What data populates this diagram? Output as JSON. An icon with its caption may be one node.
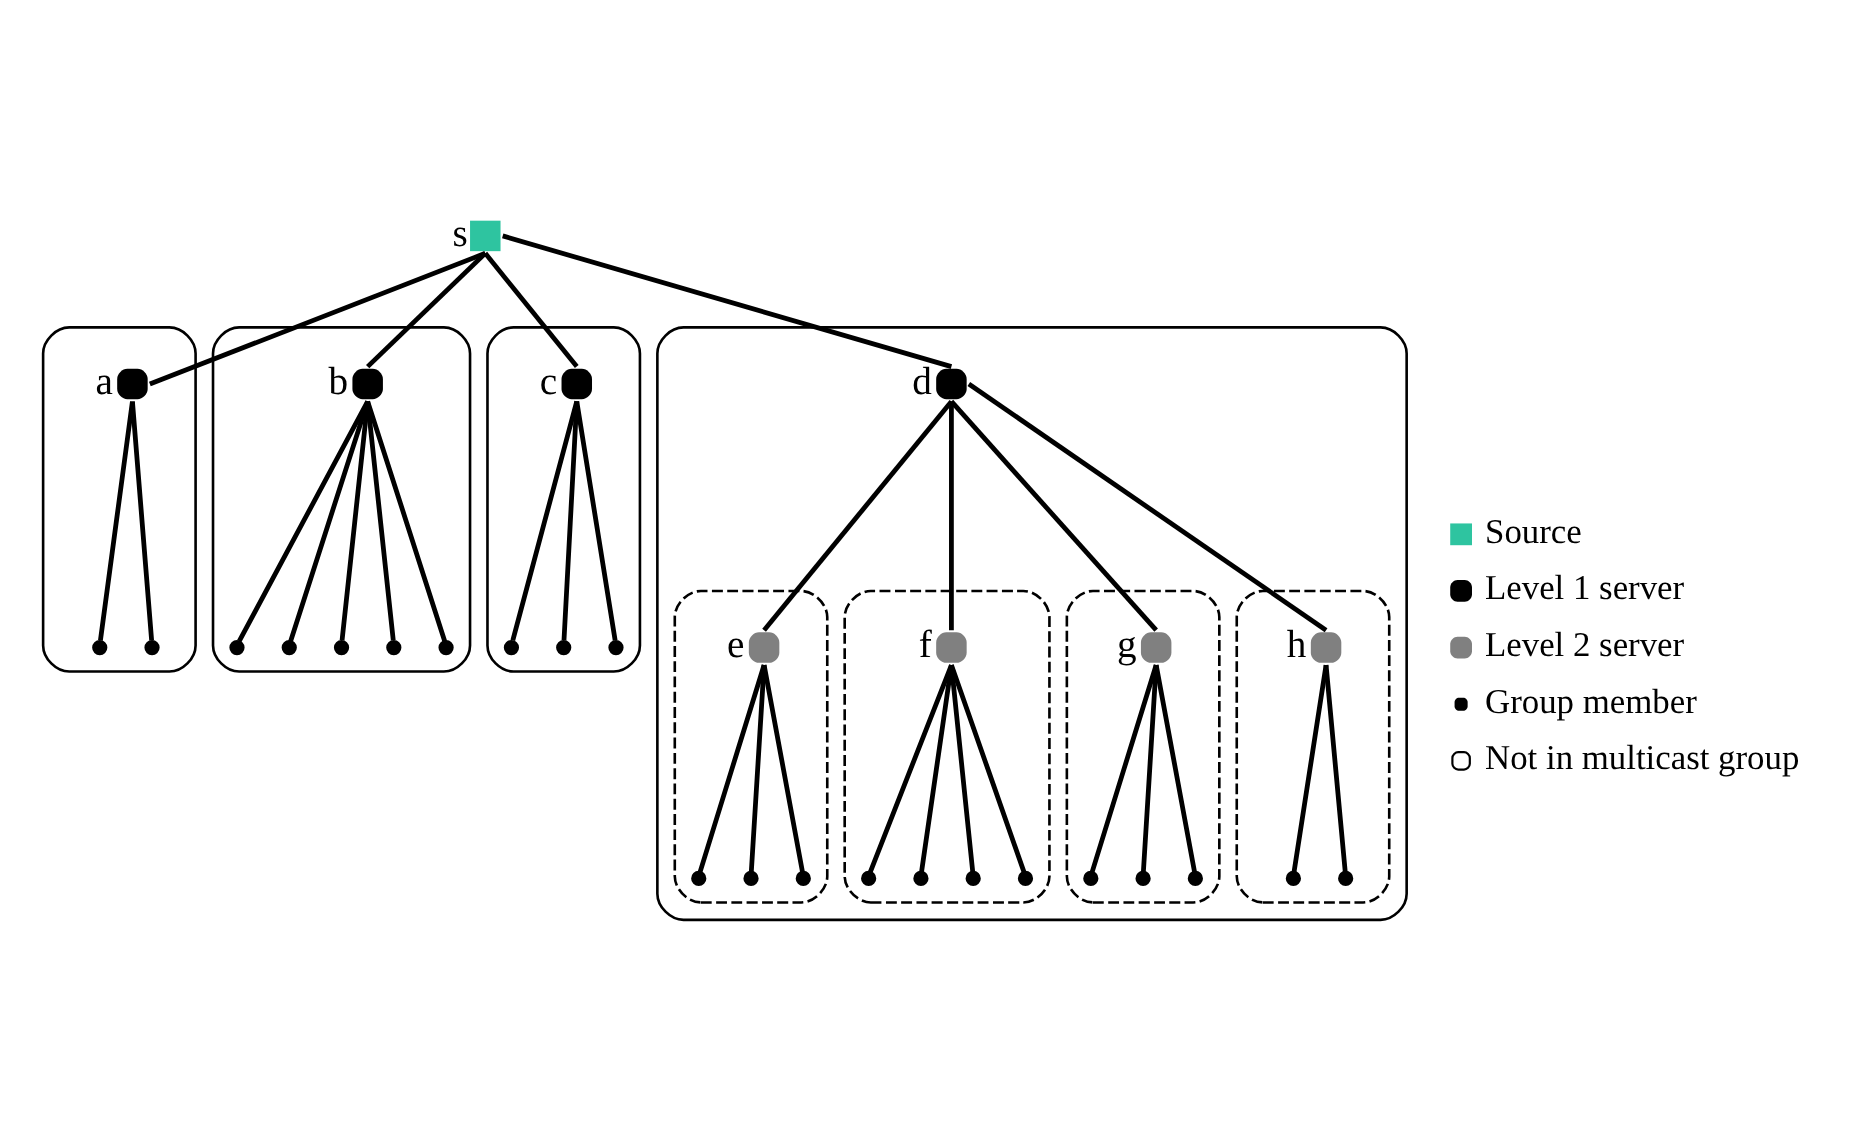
{
  "diagram": {
    "nodes": [
      {
        "text": [],
        "shape": "cloud"
      },
      {
        "text": [],
        "shape": "circle",
        "beside": [
          "a"
        ],
        "in": 0
      },
      {
        "text": [],
        "shape": "circle",
        "in": 0
      },
      {
        "text": [],
        "shape": "circle",
        "in": 0
      },
      {
        "text": [],
        "shape": "cloud"
      },
      {
        "text": [],
        "shape": "circle",
        "beside": [
          "b"
        ],
        "in": 4
      },
      {
        "text": [],
        "shape": "circle",
        "in": 4
      },
      {
        "text": [],
        "shape": "circle",
        "in": 4
      },
      {
        "text": [],
        "shape": "circle",
        "in": 4
      },
      {
        "text": [],
        "shape": "circle",
        "in": 4
      },
      {
        "text": [],
        "shape": "circle",
        "in": 4
      },
      {
        "text": [],
        "shape": "cross",
        "beside": [
          "s"
        ]
      },
      {
        "text": [],
        "shape": "cloud"
      },
      {
        "text": [],
        "shape": "circle",
        "beside": [
          "c"
        ],
        "in": 12
      },
      {
        "text": [],
        "shape": "circle",
        "in": 12
      },
      {
        "text": [],
        "shape": "circle",
        "in": 12
      },
      {
        "text": [],
        "shape": "circle",
        "in": 12
      },
      {
        "text": [],
        "shape": "cloud"
      },
      {
        "text": [],
        "shape": "circle",
        "beside": [
          "d"
        ],
        "in": 17
      },
      {
        "text": [],
        "shape": "cloud",
        "in": 17
      },
      {
        "text": [],
        "shape": "circle",
        "beside": [
          "e"
        ],
        "in": 19
      },
      {
        "text": [],
        "shape": "circle",
        "in": 19
      },
      {
        "text": [],
        "shape": "circle",
        "in": 19
      },
      {
        "text": [],
        "shape": "circle",
        "in": 19
      },
      {
        "text": [],
        "shape": "cloud",
        "in": 17
      },
      {
        "text": [],
        "shape": "circle",
        "beside": [
          "f"
        ],
        "in": 24
      },
      {
        "text": [],
        "shape": "circle",
        "in": 24
      },
      {
        "text": [],
        "shape": "circle",
        "in": 24
      },
      {
        "text": [],
        "shape": "circle",
        "in": 24
      },
      {
        "text": [],
        "shape": "circle",
        "in": 24
      },
      {
        "text": [],
        "shape": "cloud",
        "in": 17
      },
      {
        "text": [],
        "shape": "circle",
        "beside": [
          "g"
        ],
        "in": 30
      },
      {
        "text": [],
        "shape": "circle",
        "in": 30
      },
      {
        "text": [],
        "shape": "circle",
        "in": 30
      },
      {
        "text": [],
        "shape": "circle",
        "in": 30
      },
      {
        "text": [],
        "shape": "cloud",
        "in": 17
      },
      {
        "text": [],
        "shape": "circle",
        "beside": [
          "h"
        ],
        "in": 35
      },
      {
        "text": [],
        "shape": "circle",
        "in": 35
      },
      {
        "text": [],
        "shape": "circle",
        "in": 35
      }
    ],
    "edges": [
      {
        "from": 11,
        "to": 1,
        "arrow": "none"
      },
      {
        "from": 1,
        "to": 2,
        "arrow": "none"
      },
      {
        "from": 1,
        "to": 3,
        "arrow": "none"
      },
      {
        "from": 11,
        "to": 5,
        "arrow": "none"
      },
      {
        "from": 5,
        "to": 6,
        "arrow": "none"
      },
      {
        "from": 5,
        "to": 7,
        "arrow": "none"
      },
      {
        "from": 5,
        "to": 8,
        "arrow": "none"
      },
      {
        "from": 5,
        "to": 9,
        "arrow": "none"
      },
      {
        "from": 5,
        "to": 10,
        "arrow": "none"
      },
      {
        "from": 11,
        "to": 13,
        "arrow": "none"
      },
      {
        "from": 13,
        "to": 14,
        "arrow": "none"
      },
      {
        "from": 13,
        "to": 15,
        "arrow": "none"
      },
      {
        "from": 13,
        "to": 16,
        "arrow": "none"
      },
      {
        "from": 11,
        "to": 18,
        "arrow": "none"
      },
      {
        "from": 18,
        "to": 20,
        "arrow": "none"
      },
      {
        "from": 20,
        "to": 21,
        "arrow": "none"
      },
      {
        "from": 20,
        "to": 22,
        "arrow": "none"
      },
      {
        "from": 20,
        "to": 23,
        "arrow": "none"
      },
      {
        "from": 18,
        "to": 25,
        "arrow": "none"
      },
      {
        "from": 25,
        "to": 26,
        "arrow": "none"
      },
      {
        "from": 25,
        "to": 27,
        "arrow": "none"
      },
      {
        "from": 25,
        "to": 28,
        "arrow": "none"
      },
      {
        "from": 25,
        "to": 29,
        "arrow": "none"
      },
      {
        "from": 18,
        "to": 31,
        "arrow": "none"
      },
      {
        "from": 31,
        "to": 32,
        "arrow": "none"
      },
      {
        "from": 31,
        "to": 33,
        "arrow": "none"
      },
      {
        "from": 31,
        "to": 34,
        "arrow": "none"
      },
      {
        "from": 18,
        "to": 36,
        "arrow": "none"
      },
      {
        "from": 36,
        "to": 37,
        "arrow": "none"
      },
      {
        "from": 36,
        "to": 38,
        "arrow": "none"
      }
    ],
    "legend": [
      {
        "text": "Source"
      },
      {
        "text": "Level 1 server",
        "color": "#000000"
      },
      {
        "text": "Level 2 server",
        "color": "#808080"
      },
      {
        "text": "Group member"
      },
      {
        "text": "Not in multicast group"
      }
    ]
  }
}
